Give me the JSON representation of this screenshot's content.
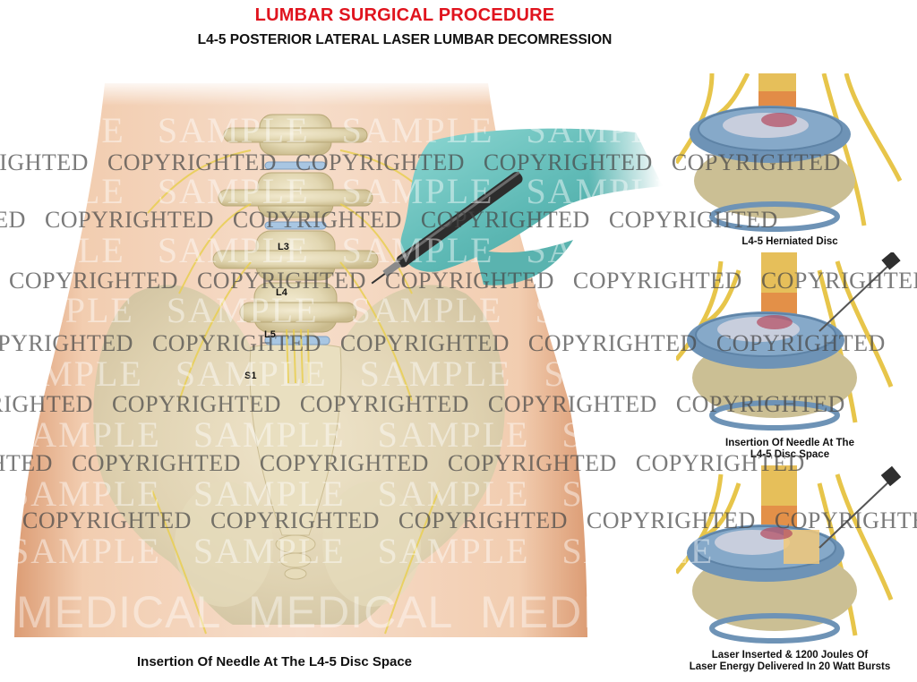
{
  "header": {
    "title": "LUMBAR SURGICAL PROCEDURE",
    "subtitle": "L4-5 POSTERIOR LATERAL LASER LUMBAR DECOMRESSION",
    "title_color": "#e0141e"
  },
  "main_illustration": {
    "vertebra_labels": [
      "L3",
      "L4",
      "L5",
      "S1"
    ],
    "caption": "Insertion Of Needle At The L4-5 Disc Space"
  },
  "panels": [
    {
      "caption": "L4-5 Herniated Disc"
    },
    {
      "caption_line1": "Insertion Of Needle At The",
      "caption_line2": "L4-5 Disc Space"
    },
    {
      "caption_line1": "Laser Inserted & 1200 Joules Of",
      "caption_line2": "Laser Energy Delivered In 20 Watt Bursts"
    }
  ],
  "watermarks": {
    "copyrighted": "COPYRIGHTED",
    "sample": "SAMPLE",
    "medical": "MEDICAL"
  },
  "colors": {
    "skin": "#f1c9a8",
    "bone": "#e3d9b4",
    "glove": "#6fc7c3",
    "disc": "#6d93b8",
    "nerve": "#e9cf52"
  }
}
